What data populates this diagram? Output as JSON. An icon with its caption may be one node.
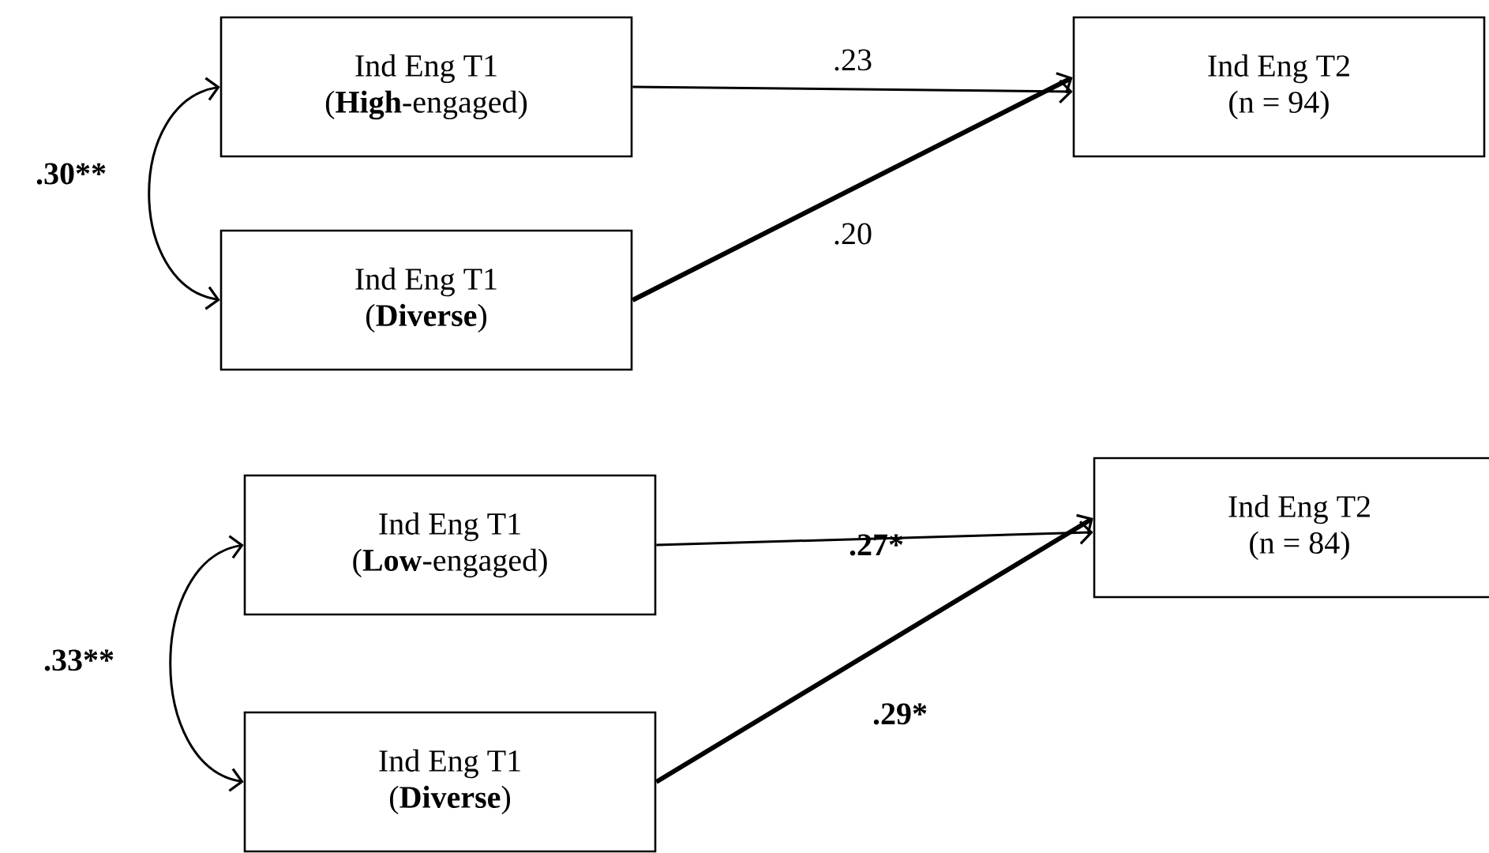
{
  "diagram": {
    "nodes": [
      {
        "text": [
          "Ind Eng T1",
          "(**High**-engaged)"
        ]
      },
      {
        "text": [
          "Ind Eng T1",
          "(**Diverse**)"
        ]
      },
      {
        "text": [
          "Ind Eng T2",
          "(n = 94)"
        ]
      },
      {
        "text": [
          "Ind Eng T1",
          "(**Low**-engaged)"
        ]
      },
      {
        "text": [
          "Ind Eng T1",
          "(**Diverse**)"
        ]
      },
      {
        "text": [
          "Ind Eng T2",
          "(n = 84)"
        ]
      }
    ],
    "edges": [
      {
        "from": 0,
        "to": 1,
        "arrow": "both",
        "label": ".30**"
      },
      {
        "from": 0,
        "to": 2,
        "arrow": "to",
        "label": ".23"
      },
      {
        "from": 1,
        "to": 2,
        "arrow": "to",
        "label": ".20",
        "style": "thick"
      },
      {
        "from": 3,
        "to": 4,
        "arrow": "both",
        "label": ".33**"
      },
      {
        "from": 3,
        "to": 5,
        "arrow": "to",
        "label": ".27*"
      },
      {
        "from": 4,
        "to": 5,
        "arrow": "to",
        "label": ".29*",
        "style": "thick"
      }
    ]
  }
}
